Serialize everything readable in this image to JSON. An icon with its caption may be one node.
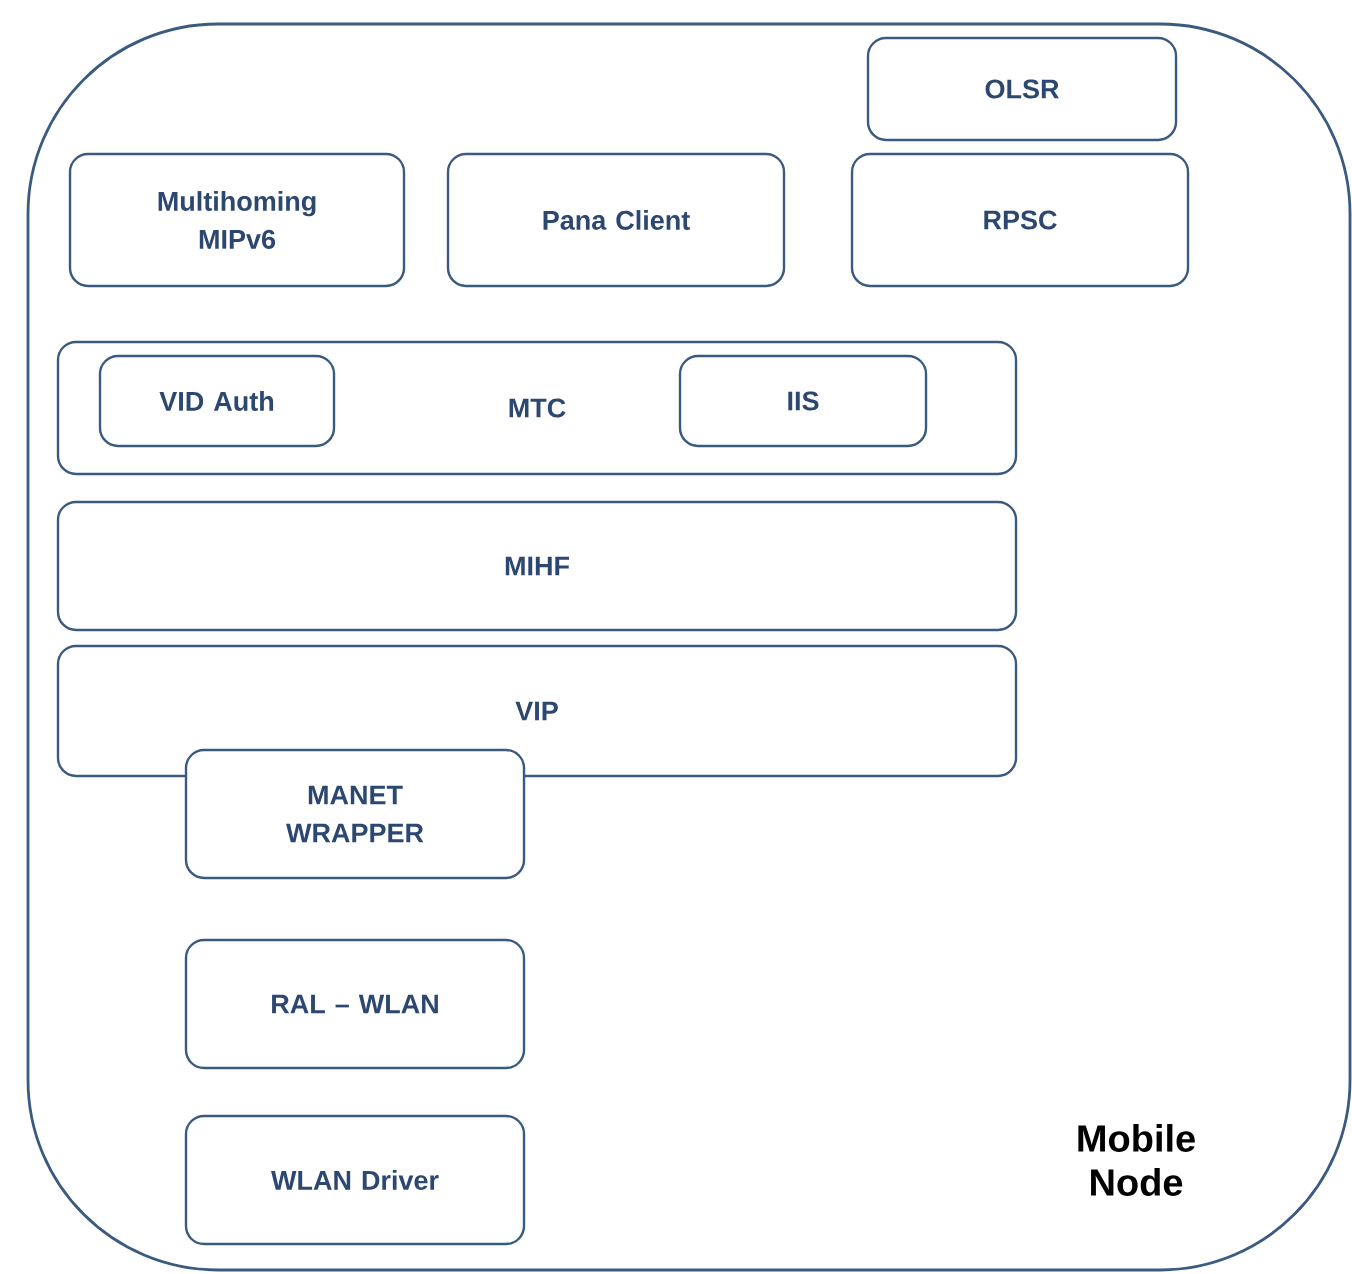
{
  "diagram": {
    "nodes": [
      {
        "text": [
          "Mobile Node"
        ]
      },
      {
        "text": [
          "OLSR"
        ],
        "in": 0
      },
      {
        "text": [
          "Multihoming MIPv6"
        ],
        "in": 0
      },
      {
        "text": [
          "Pana Client"
        ],
        "in": 0
      },
      {
        "text": [
          "RPSC"
        ],
        "in": 0
      },
      {
        "text": [
          "MTC"
        ],
        "in": 0
      },
      {
        "text": [
          "VID Auth"
        ],
        "in": 5
      },
      {
        "text": [
          "IIS"
        ],
        "in": 5
      },
      {
        "text": [
          "MIHF"
        ],
        "in": 0
      },
      {
        "text": [
          "VIP"
        ],
        "in": 0
      },
      {
        "text": [
          "MANET WRAPPER"
        ],
        "in": 0
      },
      {
        "text": [
          "RAL – WLAN"
        ],
        "in": 0
      },
      {
        "text": [
          "WLAN Driver"
        ],
        "in": 0
      }
    ]
  }
}
